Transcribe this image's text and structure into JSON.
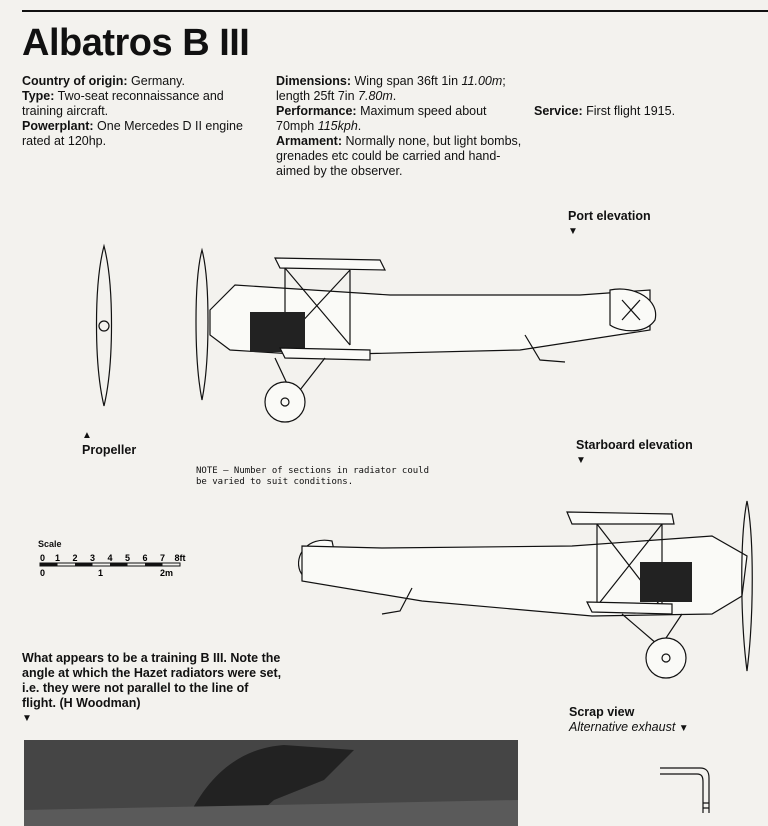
{
  "title": "Albatros B III",
  "specs": {
    "col1": [
      {
        "label": "Country of origin:",
        "text": " Germany."
      },
      {
        "label": "Type:",
        "text": " Two-seat reconnaissance and training aircraft."
      },
      {
        "label": "Powerplant:",
        "text": " One Mercedes D II engine rated at 120hp."
      }
    ],
    "dimensions_label": "Dimensions:",
    "dimensions_a": " Wing span 36ft 1in ",
    "dimensions_a_metric": "11.00m",
    "dimensions_b": "; length 25ft 7in ",
    "dimensions_b_metric": "7.80m",
    "dimensions_end": ".",
    "performance_label": "Performance:",
    "performance_a": " Maximum speed about 70mph ",
    "performance_metric": "115kph",
    "performance_end": ".",
    "armament_label": "Armament:",
    "armament_text": " Normally none, but light bombs, grenades etc could be carried and hand-aimed by the observer.",
    "service_label": "Service:",
    "service_text": " First flight 1915."
  },
  "views": {
    "port": "Port elevation",
    "starboard": "Starboard elevation",
    "propeller": "Propeller",
    "arrow_down": "▼",
    "arrow_up": "▲"
  },
  "note": {
    "line1": "NOTE – Number of sections in radiator could",
    "line2": "be varied to suit conditions."
  },
  "scale": {
    "title": "Scale",
    "ft_ticks": [
      "0",
      "1",
      "2",
      "3",
      "4",
      "5",
      "6",
      "7",
      "8ft"
    ],
    "m_ticks": [
      "0",
      "1",
      "2m"
    ]
  },
  "caption": "What appears to be a training B III. Note the angle at which the Hazet radiators were set, i.e. they were not parallel to the line of flight. (H Woodman)",
  "scrap": {
    "title": "Scrap view",
    "subtitle": "Alternative exhaust"
  }
}
